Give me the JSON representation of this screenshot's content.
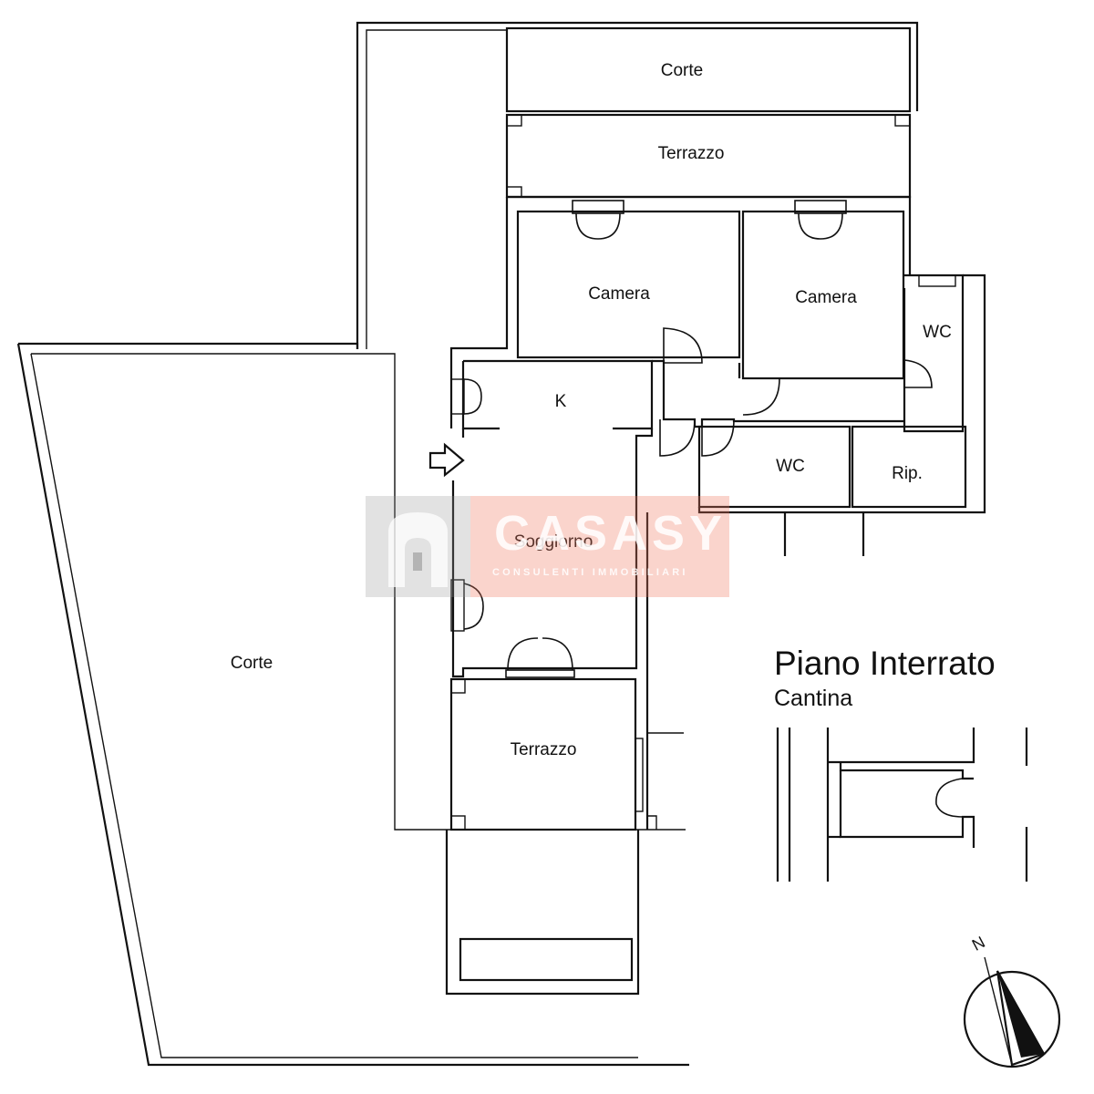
{
  "plan": {
    "rooms": {
      "corte_top": "Corte",
      "terrazzo_top": "Terrazzo",
      "camera_left": "Camera",
      "camera_right": "Camera",
      "wc_right": "WC",
      "kitchen": "K",
      "wc_middle": "WC",
      "ripostiglio": "Rip.",
      "soggiorno": "Soggiorno",
      "corte_left": "Corte",
      "terrazzo_bottom": "Terrazzo"
    }
  },
  "basement": {
    "title": "Piano Interrato",
    "subtitle": "Cantina"
  },
  "compass": {
    "north_label": "N"
  },
  "watermark": {
    "brand": "CASASY",
    "tagline": "CONSULENTI IMMOBILIARI",
    "colors": {
      "logo_block": "#969696",
      "brand_block": "#f0785f"
    }
  }
}
